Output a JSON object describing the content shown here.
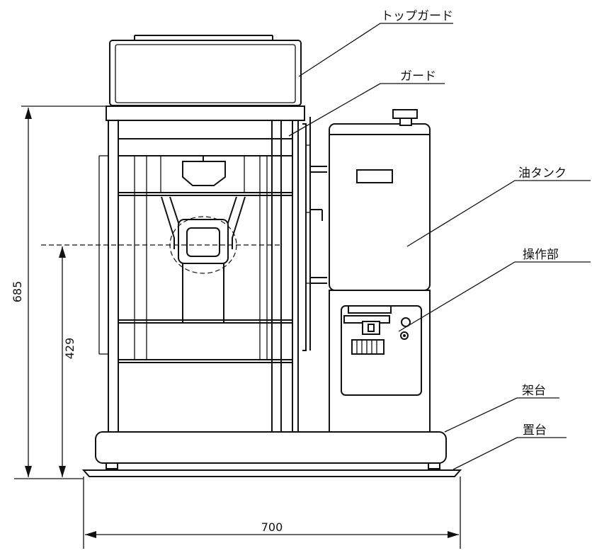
{
  "labels": {
    "top_guard": "トップガード",
    "guard": "ガード",
    "oil_tank": "油タンク",
    "operation_unit": "操作部",
    "frame_base": "架台",
    "stand": "置台"
  },
  "dimensions": {
    "height_total": "685",
    "height_center": "429",
    "width_total": "700"
  }
}
